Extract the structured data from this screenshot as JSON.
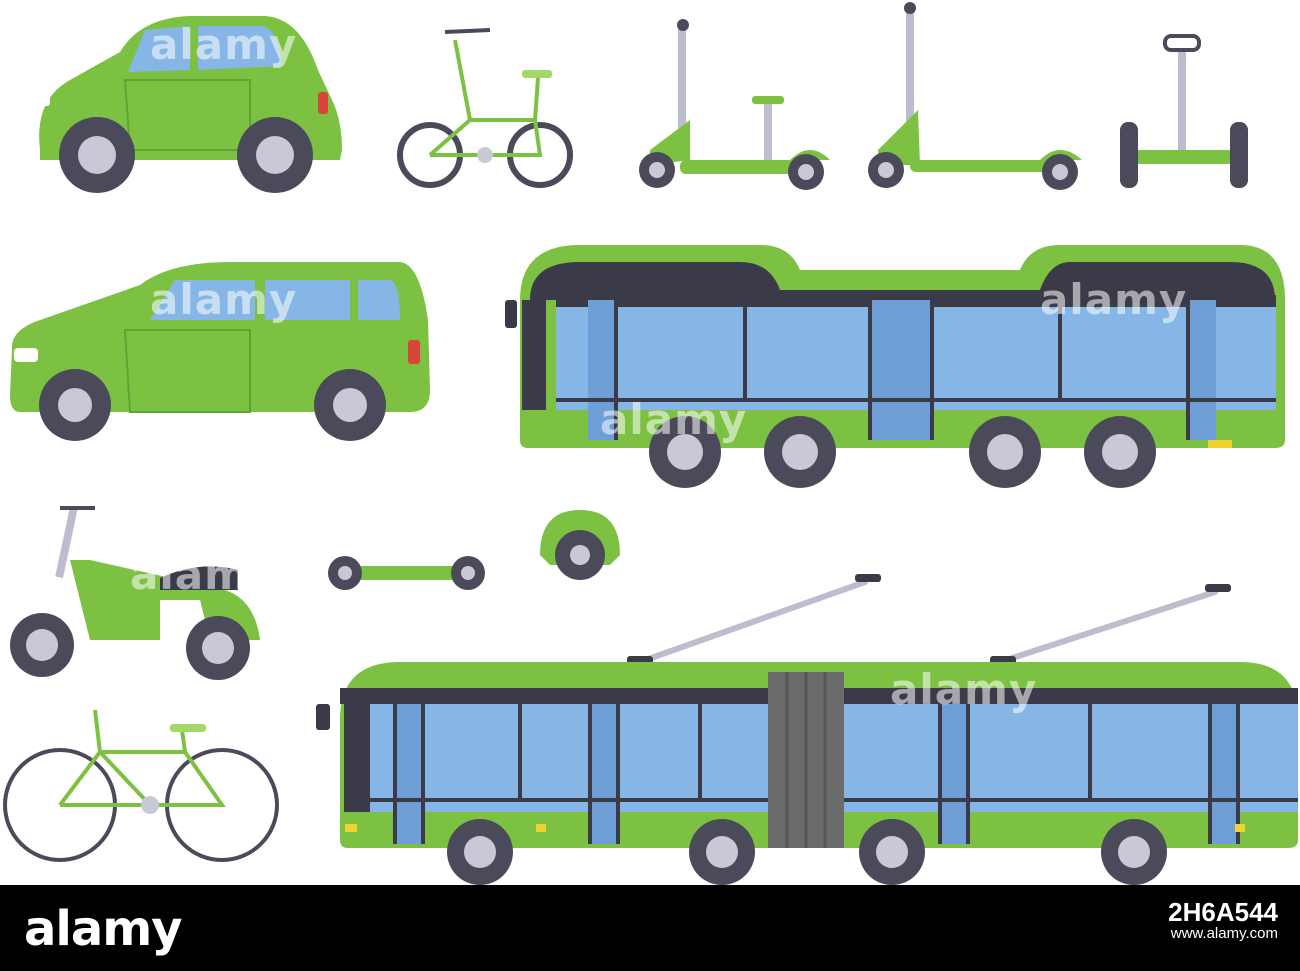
{
  "watermark": {
    "text": "alamy"
  },
  "footer": {
    "brand": "alamy",
    "image_id": "2H6A544",
    "site": "www.alamy.com"
  },
  "colors": {
    "green": "#7dc142",
    "green_dark": "#5fa336",
    "green_light": "#a2d769",
    "glass": "#86b6e6",
    "glass_dark": "#6e9fd6",
    "tire": "#4a4a5a",
    "hub": "#c9c9d6",
    "frame_grey": "#bdbdd0"
  }
}
